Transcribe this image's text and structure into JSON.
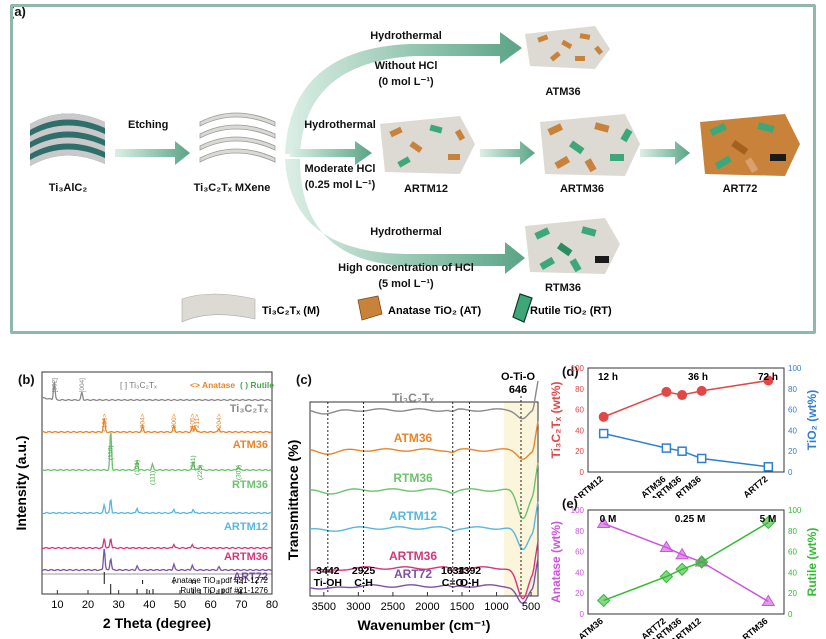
{
  "panel_a": {
    "label": "(a)",
    "steps": {
      "etching": "Etching",
      "ht1": "Hydrothermal",
      "ht1_cond1": "Without HCl",
      "ht1_cond2": "(0 mol L⁻¹)",
      "ht2": "Hydrothermal",
      "ht2_cond1": "Moderate HCl",
      "ht2_cond2": "(0.25 mol L⁻¹)",
      "ht3": "Hydrothermal",
      "ht3_cond1": "High concentration of HCl",
      "ht3_cond2": "(5 mol L⁻¹)"
    },
    "names": {
      "ti3alc2": "Ti₃AlC₂",
      "mxene": "Ti₃C₂Tₓ MXene",
      "atm36": "ATM36",
      "artm12": "ARTM12",
      "artm36": "ARTM36",
      "art72": "ART72",
      "rtm36": "RTM36"
    },
    "legend": {
      "m": "Ti₃C₂Tₓ (M)",
      "at": "Anatase TiO₂ (AT)",
      "rt": "Rutile TiO₂ (RT)"
    },
    "colors": {
      "border": "#8fb8a8",
      "arrow": "#7fb49e",
      "anatase": "#c8823a",
      "rutile": "#3ea77a",
      "mxene": "#d8d6d0"
    }
  },
  "panel_b": {
    "label": "(b)",
    "legend": {
      "m": "[ ] Ti₃C₂Tₓ",
      "a": "<> Anatase",
      "r": "( ) Rutile"
    },
    "peaks_m": [
      "[002]",
      "[004]"
    ],
    "peaks_a": [
      "<101>",
      "<004>",
      "<200>",
      "<105>",
      "<211>",
      "<204>"
    ],
    "peaks_r": [
      "(110)",
      "(101)",
      "(111)",
      "(211)",
      "(220)",
      "(301)"
    ],
    "refs": [
      "Anatase TiO₂ pdf #21-1272",
      "Rutile TiO₂ pdf #21-1276"
    ]
  },
  "panel_c": {
    "label": "(c)",
    "peak_top": "O-Ti-O",
    "peak_top_val": "646",
    "bottom_labels": [
      {
        "v": "3442",
        "n": "Ti-OH"
      },
      {
        "v": "2925",
        "n": "C-H"
      },
      {
        "v": "1634",
        "n": "C=O"
      },
      {
        "v": "1392",
        "n": "O-H"
      }
    ]
  },
  "panel_d": {
    "label": "(d)",
    "times": [
      "12 h",
      "36 h",
      "72 h"
    ]
  },
  "panel_e": {
    "label": "(e)",
    "conc": [
      "0 M",
      "0.25 M",
      "5 M"
    ]
  },
  "chart_data": [
    {
      "type": "line",
      "title": "",
      "xlabel": "2 Theta (degree)",
      "ylabel": "Intensity (a.u.)",
      "xlim": [
        5,
        80
      ],
      "xticks": [
        10,
        20,
        30,
        40,
        50,
        60,
        70,
        80
      ],
      "series": [
        {
          "name": "Ti₃C₂Tₓ",
          "color": "#8a8a8a"
        },
        {
          "name": "ATM36",
          "color": "#e8852a"
        },
        {
          "name": "RTM36",
          "color": "#6cc36c"
        },
        {
          "name": "ARTM12",
          "color": "#56b7e0"
        },
        {
          "name": "ARTM36",
          "color": "#d6357a"
        },
        {
          "name": "ART72",
          "color": "#7d52a6"
        }
      ]
    },
    {
      "type": "line",
      "title": "",
      "xlabel": "Wavenumber (cm⁻¹)",
      "ylabel": "Transmittance (%)",
      "xlim": [
        3700,
        400
      ],
      "xticks": [
        3500,
        3000,
        2500,
        2000,
        1500,
        1000,
        500
      ],
      "series": [
        {
          "name": "Ti₃C₂Tₓ",
          "color": "#8a8a8a"
        },
        {
          "name": "ATM36",
          "color": "#e8852a"
        },
        {
          "name": "RTM36",
          "color": "#6cc36c"
        },
        {
          "name": "ARTM12",
          "color": "#56b7e0"
        },
        {
          "name": "ARTM36",
          "color": "#d6357a"
        },
        {
          "name": "ART72",
          "color": "#7d52a6"
        }
      ]
    },
    {
      "type": "line",
      "categories": [
        "ARTM12",
        "ATM36",
        "ARTM36",
        "RTM36",
        "ART72"
      ],
      "ylabel": "Ti₃C₂Tₓ (wt%)",
      "y2label": "TiO₂ (wt%)",
      "ylim": [
        0,
        100
      ],
      "yticks": [
        0,
        20,
        40,
        60,
        80,
        100
      ],
      "series": [
        {
          "name": "Ti₃C₂Tₓ",
          "values": [
            53,
            77,
            74,
            78,
            88
          ],
          "color": "#e04848"
        },
        {
          "name": "TiO₂",
          "values": [
            37,
            23,
            20,
            13,
            5
          ],
          "color": "#2f7fd0"
        }
      ]
    },
    {
      "type": "line",
      "categories": [
        "ATM36",
        "ART72",
        "ARTM36",
        "ARTM12",
        "RTM36"
      ],
      "ylabel": "Anatase (wt%)",
      "y2label": "Rutile (wt%)",
      "ylim": [
        0,
        100
      ],
      "yticks": [
        0,
        20,
        40,
        60,
        80,
        100
      ],
      "series": [
        {
          "name": "Anatase",
          "values": [
            87,
            64,
            57,
            50,
            12
          ],
          "color": "#cc55dd"
        },
        {
          "name": "Rutile",
          "values": [
            13,
            36,
            43,
            50,
            88
          ],
          "color": "#33bb33"
        }
      ]
    }
  ]
}
